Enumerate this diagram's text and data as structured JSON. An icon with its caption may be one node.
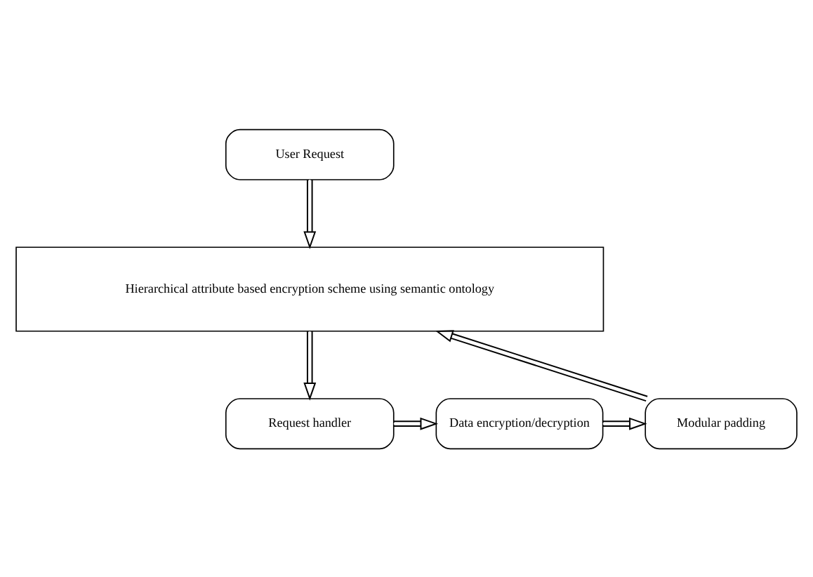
{
  "diagram": {
    "nodes": [
      {
        "text": [
          "User Request"
        ]
      },
      {
        "text": [
          "Hierarchical attribute based encryption scheme using semantic ontology"
        ]
      },
      {
        "text": [
          "Request handler"
        ]
      },
      {
        "text": [
          "Data encryption/decryption"
        ]
      },
      {
        "text": [
          "Modular padding"
        ]
      }
    ],
    "edges": [
      {
        "from": 0,
        "to": 1,
        "arrow": "to"
      },
      {
        "from": 1,
        "to": 2,
        "arrow": "to"
      },
      {
        "from": 2,
        "to": 3,
        "arrow": "to"
      },
      {
        "from": 3,
        "to": 4,
        "arrow": "to"
      },
      {
        "from": 4,
        "to": 1,
        "arrow": "to"
      }
    ]
  }
}
